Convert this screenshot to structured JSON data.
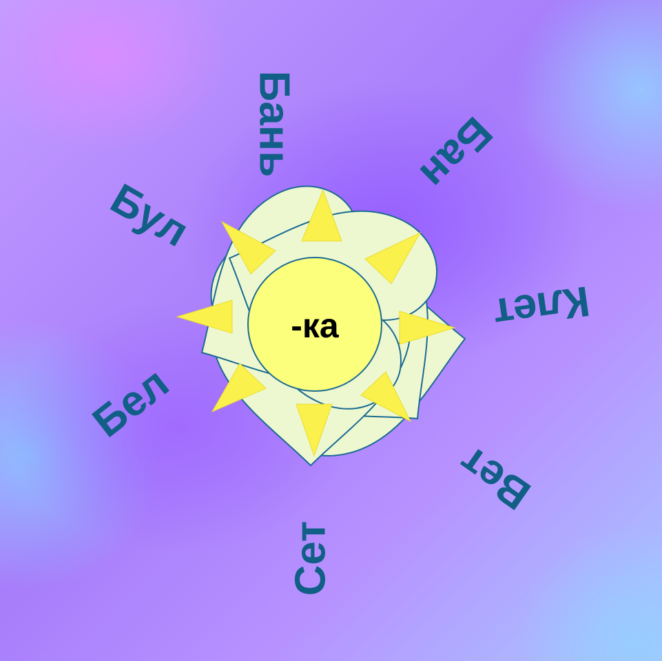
{
  "center": {
    "suffix": "-ка"
  },
  "petals": [
    {
      "word": "Бань"
    },
    {
      "word": "Бан"
    },
    {
      "word": "Клет"
    },
    {
      "word": "Вет"
    },
    {
      "word": "Сет"
    },
    {
      "word": "Бел"
    },
    {
      "word": "Бул"
    }
  ],
  "colors": {
    "petal_fill": "#eef8d0",
    "petal_stroke": "#1a6a93",
    "word_color": "#115e86",
    "sun_fill": "#fbff7c",
    "ray_fill": "#fbf14c",
    "center_text": "#000000"
  }
}
